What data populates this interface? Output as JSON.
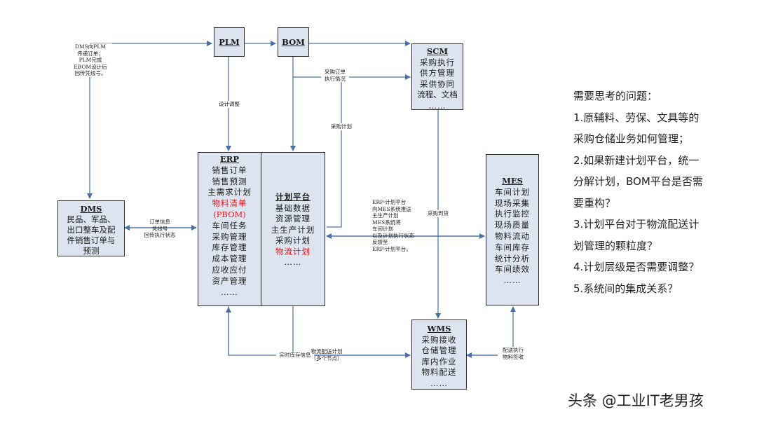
{
  "boxes": {
    "plm": {
      "title": "PLM"
    },
    "bom": {
      "title": "BOM"
    },
    "scm": {
      "title": "SCM",
      "lines": [
        "采购执行",
        "供方管理",
        "采供协同",
        "流程、文档",
        "……"
      ]
    },
    "erp": {
      "title": "ERP",
      "lines": [
        "销售订单",
        "销售预测",
        "主需求计划",
        "物料清单",
        "(PBOM)",
        "车间任务",
        "采购管理",
        "库存管理",
        "成本管理",
        "应收应付",
        "资产管理",
        "……"
      ]
    },
    "plan": {
      "title": "计划平台",
      "lines": [
        "基础数据",
        "资源管理",
        "主生产计划",
        "采购计划",
        "物流计划",
        "……"
      ]
    },
    "dms": {
      "title": "DMS",
      "lines": [
        "民品、军品、",
        "出口整车及配",
        "件销售订单与",
        "预测"
      ]
    },
    "mes": {
      "title": "MES",
      "lines": [
        "车间计划",
        "现场采集",
        "执行监控",
        "现场质量",
        "物料流动",
        "车间库存",
        "统计分析",
        "车间绩效",
        "……"
      ]
    },
    "wms": {
      "title": "WMS",
      "lines": [
        "采购接收",
        "仓储管理",
        "库内作业",
        "物料配送",
        "……"
      ]
    }
  },
  "labels": {
    "dms_plm": [
      "DMS向PLM",
      "传递订单；",
      "PLM完成",
      "EBOM设计后",
      "回传凭线号。"
    ],
    "design_adjust": "设计调整",
    "purchase_order": [
      "采购订单",
      "执行情况"
    ],
    "purchase_plan": "采购计划",
    "order_info": [
      "订单信息",
      "凭线号",
      "回传执行状态"
    ],
    "erp_mes": [
      "ERP-计划平台",
      "向MES系统推送",
      "主生产计划",
      "MES系统将",
      "车间计划",
      "以及计划执行状态",
      "反馈至",
      "ERP-计划平台。"
    ],
    "purchase_arrival": "采购到货",
    "realtime_stock": "实时库存信息",
    "logistics_plan": [
      "物流配送计划",
      "（多个节点）"
    ],
    "delivery_exec": [
      "配送执行",
      "物料签收"
    ]
  },
  "questions": {
    "heading": "需要思考的问题：",
    "items": [
      "1.原辅料、劳保、文具等的",
      "采购仓储业务如何管理；",
      "2.如果新建计划平台，统一",
      "分解计划，BOM平台是否需",
      "要重构？",
      "3.计划平台对于物流配送计",
      "划管理的颗粒度？",
      "4.计划层级是否需要调整？",
      "5.系统间的集成关系？"
    ]
  },
  "watermark": "头条 @工业IT老男孩",
  "colors": {
    "box_fill": "#dde4ef",
    "line": "#4a6fa5",
    "highlight_text": "#e8141b"
  }
}
